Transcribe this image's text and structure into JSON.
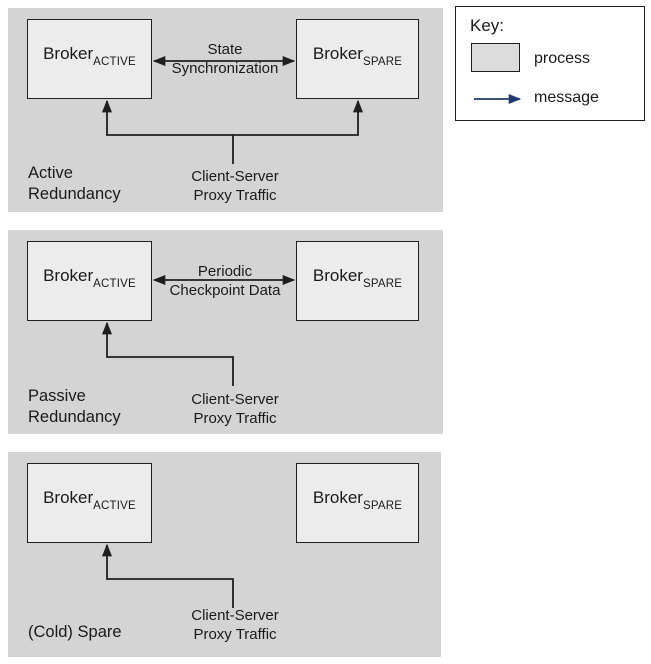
{
  "key": {
    "title": "Key:",
    "process_label": "process",
    "message_label": "message"
  },
  "panels": [
    {
      "title_line1": "Active",
      "title_line2": "Redundancy",
      "active_name": "Broker",
      "active_sub": "ACTIVE",
      "spare_name": "Broker",
      "spare_sub": "SPARE",
      "link_line1": "State",
      "link_line2": "Synchronization",
      "traffic_line1": "Client-Server",
      "traffic_line2": "Proxy Traffic"
    },
    {
      "title_line1": "Passive",
      "title_line2": "Redundancy",
      "active_name": "Broker",
      "active_sub": "ACTIVE",
      "spare_name": "Broker",
      "spare_sub": "SPARE",
      "link_line1": "Periodic",
      "link_line2": "Checkpoint Data",
      "traffic_line1": "Client-Server",
      "traffic_line2": "Proxy Traffic"
    },
    {
      "title_line1": "(Cold) Spare",
      "active_name": "Broker",
      "active_sub": "ACTIVE",
      "spare_name": "Broker",
      "spare_sub": "SPARE",
      "traffic_line1": "Client-Server",
      "traffic_line2": "Proxy Traffic"
    }
  ],
  "colors": {
    "panel": "#d4d4d4",
    "box": "#ececec",
    "line": "#1f1f1f",
    "key_arrow": "#1f3a6e"
  }
}
